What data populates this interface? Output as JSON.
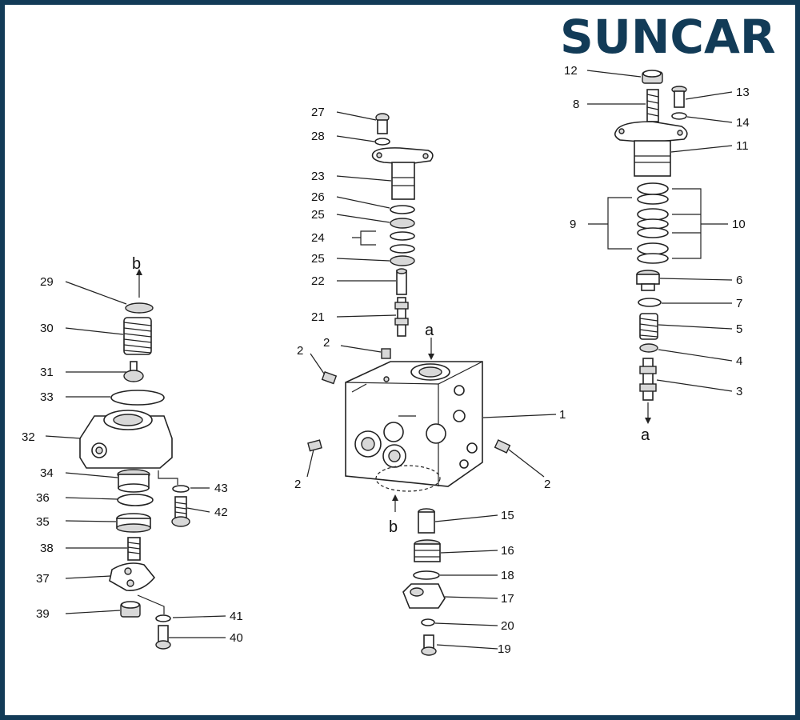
{
  "brand": {
    "logo_text": "SUNCAR",
    "color": "#123b57"
  },
  "callouts": {
    "p1": "1",
    "p2a": "2",
    "p2b": "2",
    "p2c": "2",
    "p2d": "2",
    "p3": "3",
    "p4": "4",
    "p5": "5",
    "p6": "6",
    "p7": "7",
    "p8": "8",
    "p9": "9",
    "p10": "10",
    "p11": "11",
    "p12": "12",
    "p13": "13",
    "p14": "14",
    "p15": "15",
    "p16": "16",
    "p17": "17",
    "p18": "18",
    "p19": "19",
    "p20": "20",
    "p21": "21",
    "p22": "22",
    "p23": "23",
    "p24": "24",
    "p25a": "25",
    "p25b": "25",
    "p26": "26",
    "p27": "27",
    "p28": "28",
    "p29": "29",
    "p30": "30",
    "p31": "31",
    "p32": "32",
    "p33": "33",
    "p34": "34",
    "p35": "35",
    "p36": "36",
    "p37": "37",
    "p38": "38",
    "p39": "39",
    "p40": "40",
    "p41": "41",
    "p42": "42",
    "p43": "43"
  },
  "flow_markers": {
    "a_top": "a",
    "a_bottom": "a",
    "b_top": "b",
    "b_bottom": "b"
  }
}
